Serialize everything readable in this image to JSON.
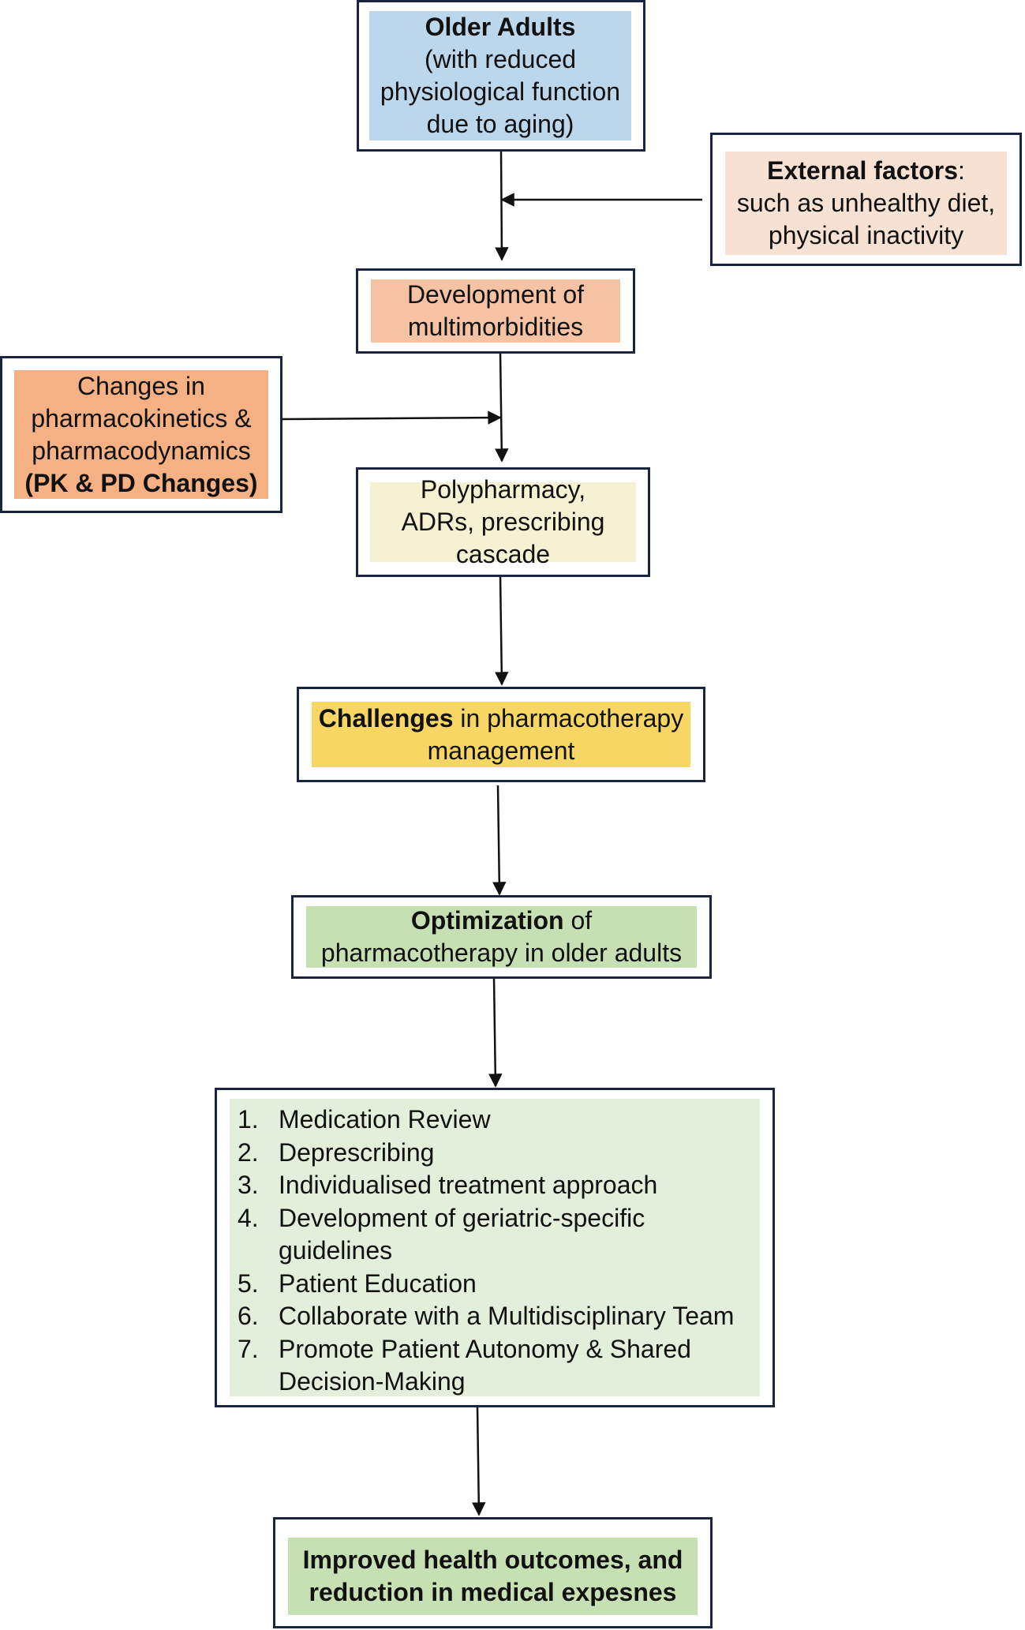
{
  "nodes": {
    "older_adults": {
      "title": "Older Adults",
      "body": "(with reduced physiological function due to aging)"
    },
    "external_factors": {
      "title": "External factors",
      "separator": ":",
      "body": "such as unhealthy diet, physical inactivity"
    },
    "multimorbidities": {
      "body": "Development of multimorbidities"
    },
    "pk_pd": {
      "body": "Changes in pharmacokinetics & pharmacodynamics",
      "title": "(PK & PD Changes)"
    },
    "polypharmacy": {
      "body": "Polypharmacy, ADRs, prescribing cascade"
    },
    "challenges": {
      "title": "Challenges",
      "body": "in pharmacotherapy management"
    },
    "optimization": {
      "title": "Optimization",
      "body": "of pharmacotherapy in older adults"
    },
    "strategies": {
      "items": [
        {
          "num": "1.",
          "text": "Medication Review"
        },
        {
          "num": "2.",
          "text": "Deprescribing"
        },
        {
          "num": "3.",
          "text": "Individualised treatment approach"
        },
        {
          "num": "4.",
          "text": "Development of geriatric-specific guidelines"
        },
        {
          "num": "5.",
          "text": "Patient Education"
        },
        {
          "num": "6.",
          "text": "Collaborate with a Multidisciplinary Team"
        },
        {
          "num": "7.",
          "text": "Promote Patient Autonomy & Shared Decision-Making"
        }
      ]
    },
    "outcome": {
      "title": "Improved health outcomes, and reduction in medical expesnes"
    }
  },
  "colors": {
    "border": "#1b2540",
    "older_adults_fill": "#bcd6ec",
    "external_fill": "#f7e1d3",
    "multimorbidities_fill": "#f5c2a3",
    "pk_pd_fill": "#f5b083",
    "polypharmacy_fill": "#f7f1d3",
    "challenges_fill": "#f8d664",
    "optimization_fill": "#c6e0b4",
    "strategies_fill": "#e2efda",
    "outcome_fill": "#c6e0b4"
  }
}
